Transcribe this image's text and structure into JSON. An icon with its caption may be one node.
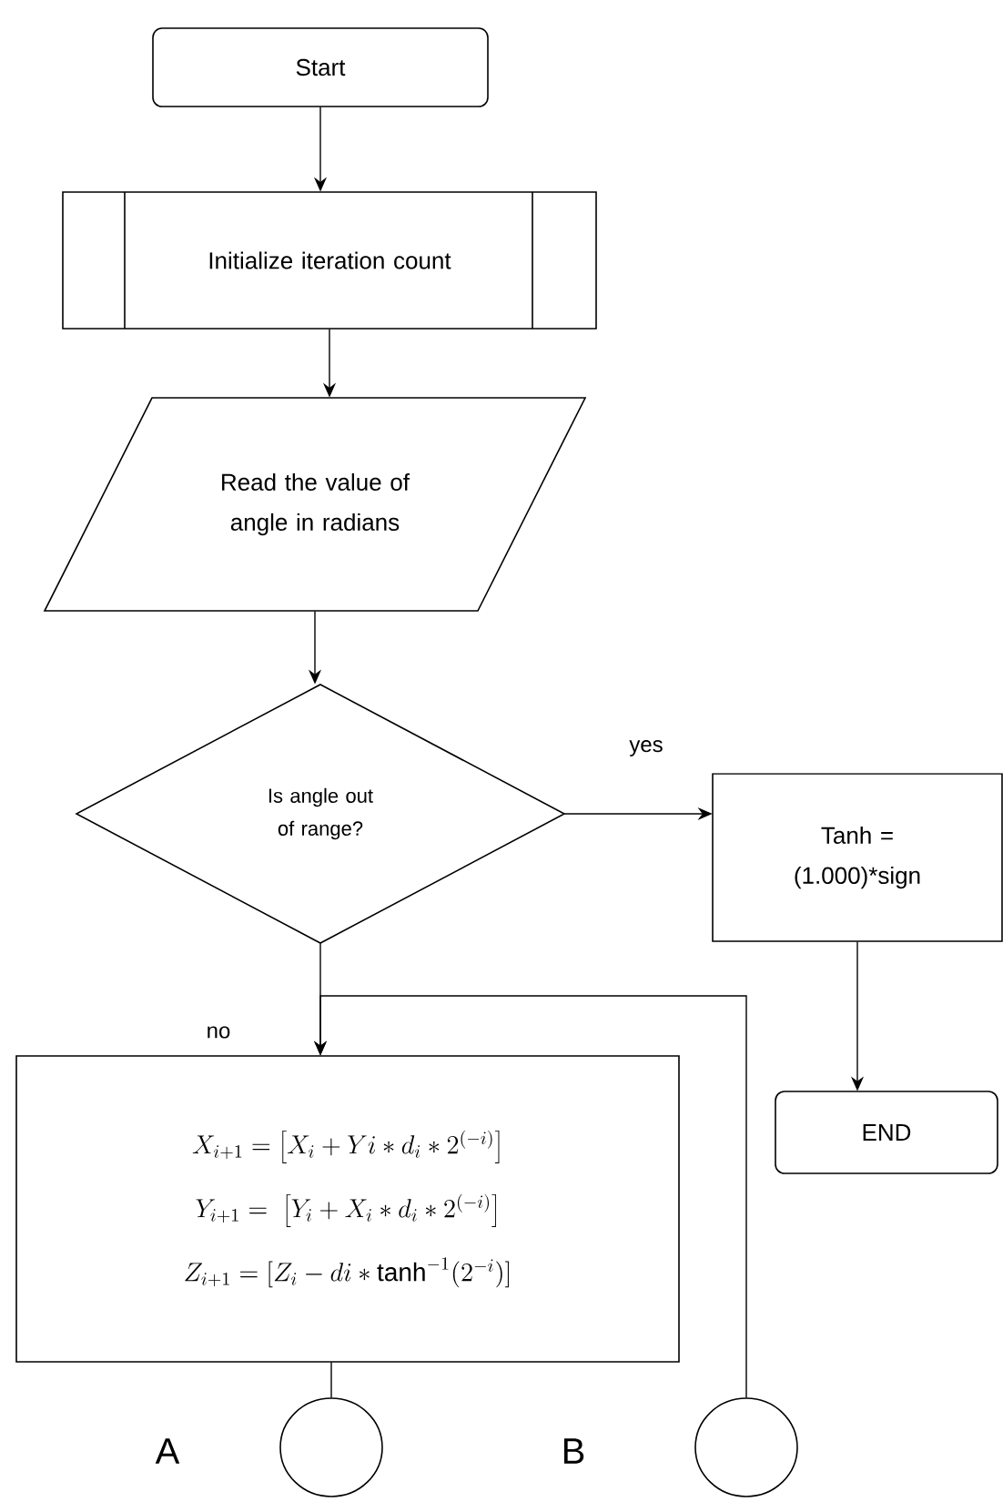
{
  "diagram": {
    "nodes": [
      {
        "text": [
          "Start"
        ]
      },
      {
        "text": [
          "Initialize iteration count"
        ]
      },
      {
        "text": [
          "Read the value of angle in radians"
        ]
      },
      {
        "text": [
          "Is angle out of range?"
        ]
      },
      {
        "text": [
          "Tanh = (1.000)*sign"
        ]
      },
      {
        "text": [
          "END"
        ]
      },
      {
        "text": [
          "X_{i+1}=\\left[X_i+Yi*d_i*2^{(-i)}\\right]",
          "Y_{i+1}=\\;\\left[Y_i+X_i*d_i*2^{(-i)}\\right]",
          "Z_{i+1}=[Z_i-di*\\tanh^{-1}(2^{-i})]"
        ]
      },
      {
        "text": [],
        "shape": "circle",
        "beside": [
          "A"
        ]
      },
      {
        "text": [],
        "shape": "circle",
        "beside": [
          "B"
        ]
      }
    ],
    "edges": [
      {
        "from": 0,
        "to": 1,
        "arrow": "to"
      },
      {
        "from": 1,
        "to": 2,
        "arrow": "to"
      },
      {
        "from": 2,
        "to": 3,
        "arrow": "to"
      },
      {
        "from": 3,
        "to": 4,
        "arrow": "to",
        "label": "yes"
      },
      {
        "from": 3,
        "to": 6,
        "arrow": "to",
        "label": "no"
      },
      {
        "from": 4,
        "to": 5,
        "arrow": "to"
      },
      {
        "from": 6,
        "to": 7,
        "arrow": "none"
      },
      {
        "from": 8,
        "to": 6,
        "arrow": "to"
      }
    ]
  }
}
